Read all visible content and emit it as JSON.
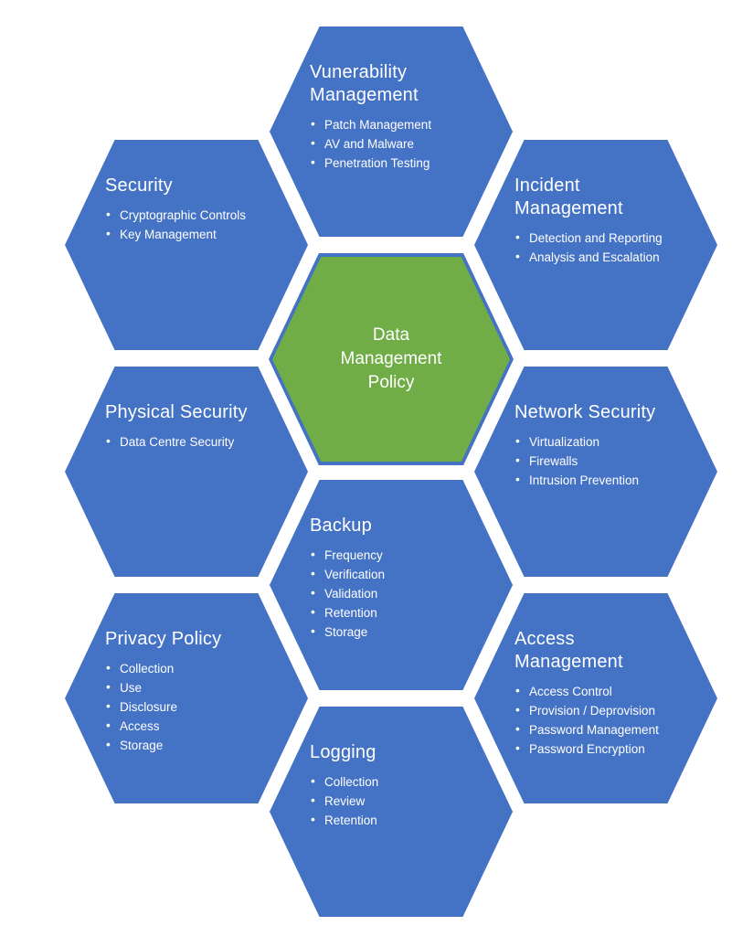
{
  "diagram": {
    "name": "Data Management Policy hexagon diagram",
    "colors": {
      "hexagon_blue": "#4472C4",
      "hexagon_green": "#70AD47",
      "text": "#FFFFFF",
      "background": "#FFFFFF"
    },
    "center_hexagon": {
      "title_lines": [
        "Data",
        "Management",
        "Policy"
      ]
    },
    "hexagons": [
      {
        "id": "vulnerability-management",
        "title_lines": [
          "Vunerability",
          "Management"
        ],
        "bullets": [
          "Patch Management",
          "AV and Malware",
          "Penetration Testing"
        ]
      },
      {
        "id": "security",
        "title_lines": [
          "Security"
        ],
        "bullets": [
          "Cryptographic Controls",
          "Key Management"
        ]
      },
      {
        "id": "incident-management",
        "title_lines": [
          "Incident",
          "Management"
        ],
        "bullets": [
          "Detection and Reporting",
          "Analysis and Escalation"
        ]
      },
      {
        "id": "physical-security",
        "title_lines": [
          "Physical Security"
        ],
        "bullets": [
          "Data Centre Security"
        ]
      },
      {
        "id": "network-security",
        "title_lines": [
          "Network Security"
        ],
        "bullets": [
          "Virtualization",
          "Firewalls",
          "Intrusion Prevention"
        ]
      },
      {
        "id": "backup",
        "title_lines": [
          "Backup"
        ],
        "bullets": [
          "Frequency",
          "Verification",
          "Validation",
          "Retention",
          "Storage"
        ]
      },
      {
        "id": "privacy-policy",
        "title_lines": [
          "Privacy Policy"
        ],
        "bullets": [
          "Collection",
          "Use",
          "Disclosure",
          "Access",
          "Storage"
        ]
      },
      {
        "id": "access-management",
        "title_lines": [
          "Access",
          "Management"
        ],
        "bullets": [
          "Access Control",
          "Provision / Deprovision",
          "Password Management",
          "Password Encryption"
        ]
      },
      {
        "id": "logging",
        "title_lines": [
          "Logging"
        ],
        "bullets": [
          "Collection",
          "Review",
          "Retention"
        ]
      }
    ]
  }
}
